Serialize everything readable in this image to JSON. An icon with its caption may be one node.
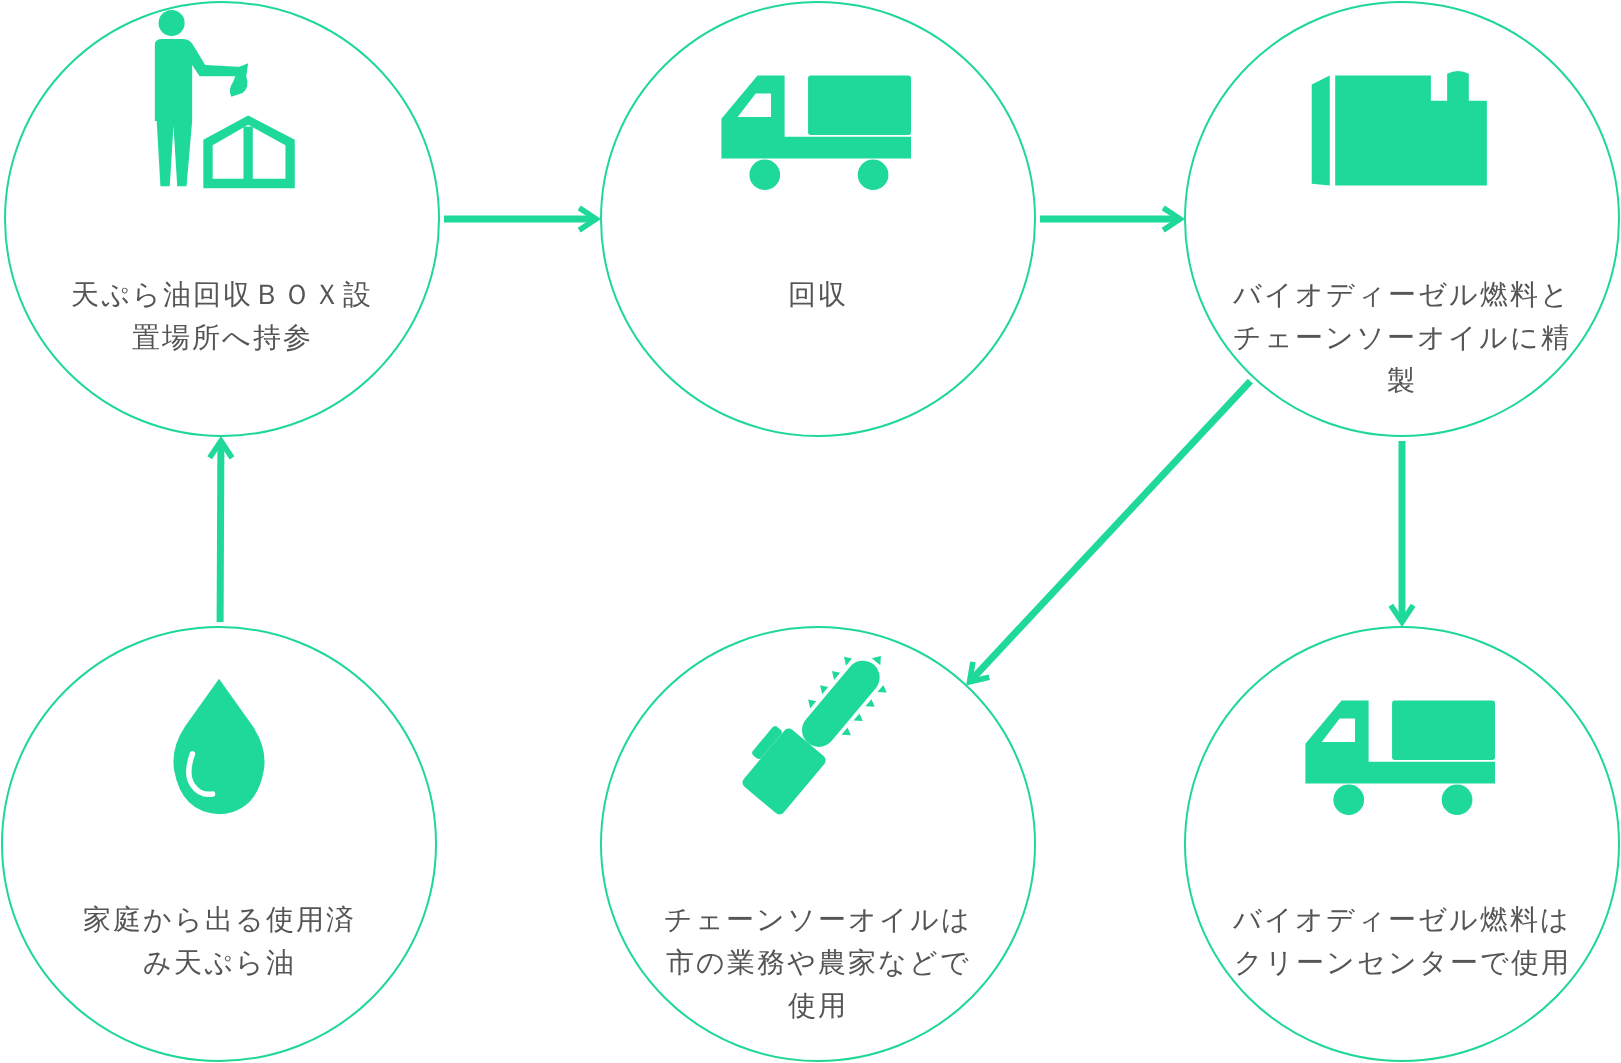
{
  "diagram": {
    "nodes": [
      {
        "text": [
          "天ぷら油回収ＢＯＸ設置場所へ持参"
        ]
      },
      {
        "text": [
          "回収"
        ]
      },
      {
        "text": [
          "バイオディーゼル燃料とチェーンソーオイルに精製"
        ]
      },
      {
        "text": [
          "家庭から出る使用済み天ぷら油"
        ]
      },
      {
        "text": [
          "チェーンソーオイルは市の業務や農家などで使用"
        ]
      },
      {
        "text": [
          "バイオディーゼル燃料はクリーンセンターで使用"
        ]
      }
    ],
    "edges": [
      {
        "from": 3,
        "to": 0,
        "arrow": "to"
      },
      {
        "from": 0,
        "to": 1,
        "arrow": "to"
      },
      {
        "from": 1,
        "to": 2,
        "arrow": "to"
      },
      {
        "from": 2,
        "to": 4,
        "arrow": "to"
      },
      {
        "from": 2,
        "to": 5,
        "arrow": "to"
      }
    ]
  }
}
